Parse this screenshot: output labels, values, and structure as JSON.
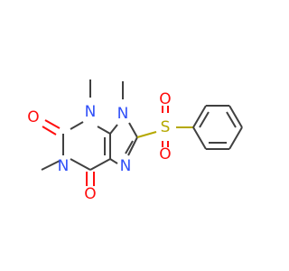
{
  "molecule": {
    "atoms": {
      "n1": {
        "symbol": "N",
        "color": "#3050f8"
      },
      "n3": {
        "symbol": "N",
        "color": "#3050f8"
      },
      "n7": {
        "symbol": "N",
        "color": "#3050f8"
      },
      "n9": {
        "symbol": "N",
        "color": "#3050f8"
      },
      "o2": {
        "symbol": "O",
        "color": "#ff0d0d"
      },
      "o6": {
        "symbol": "O",
        "color": "#ff0d0d"
      },
      "s": {
        "symbol": "S",
        "color": "#b5a800"
      },
      "os1": {
        "symbol": "O",
        "color": "#ff0d0d"
      },
      "os2": {
        "symbol": "O",
        "color": "#ff0d0d"
      }
    },
    "bond_color": "#404040"
  }
}
